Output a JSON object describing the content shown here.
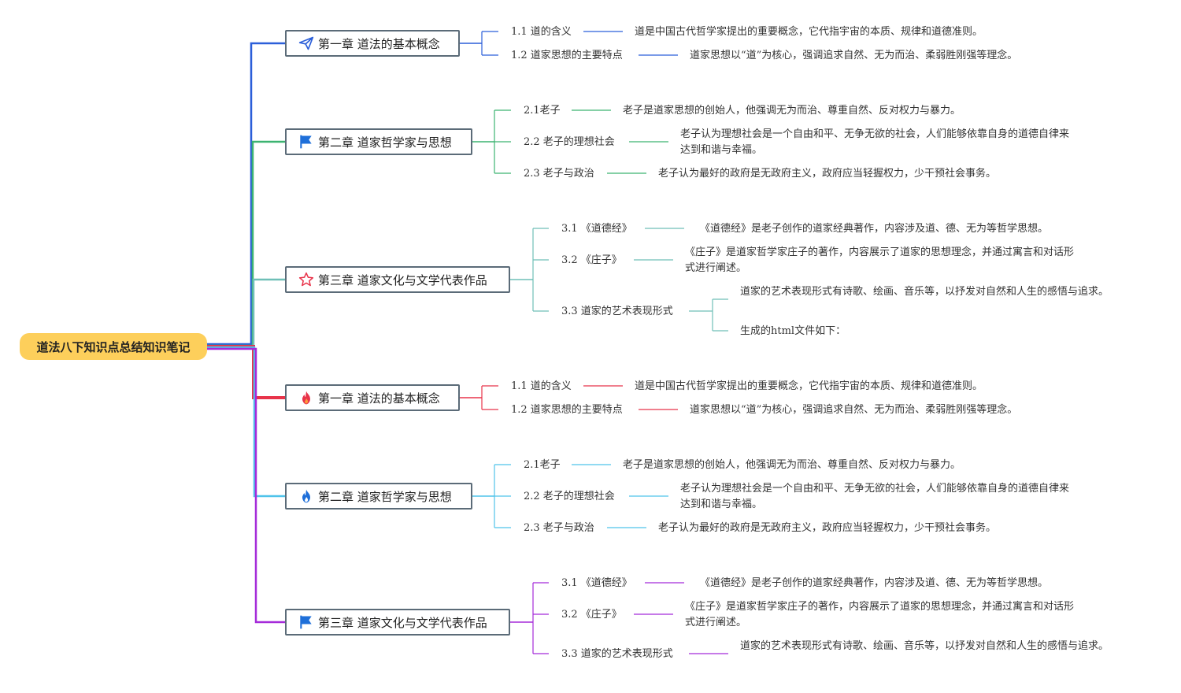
{
  "root": {
    "label": "道法八下知识点总结知识笔记"
  },
  "groups": [
    {
      "id": "g1",
      "color": "#2b5fd9",
      "icon": "paper-plane-icon",
      "label": "第一章 道法的基本概念",
      "items": [
        {
          "label": "1.1 道的含义",
          "desc": "道是中国古代哲学家提出的重要概念，它代指宇宙的本质、规律和道德准则。"
        },
        {
          "label": "1.2 道家思想的主要特点",
          "desc": "道家思想以“道”为核心，强调追求自然、无为而治、柔弱胜刚强等理念。"
        }
      ]
    },
    {
      "id": "g2",
      "color": "#3cb371",
      "icon": "flag-icon",
      "label": "第二章 道家哲学家与思想",
      "items": [
        {
          "label": "2.1老子",
          "desc": "老子是道家思想的创始人，他强调无为而治、尊重自然、反对权力与暴力。"
        },
        {
          "label": "2.2 老子的理想社会",
          "desc": "老子认为理想社会是一个自由和平、无争无欲的社会，人们能够依靠自身的道德自律来达到和谐与幸福。"
        },
        {
          "label": "2.3 老子与政治",
          "desc": "老子认为最好的政府是无政府主义，政府应当轻握权力，少干预社会事务。"
        }
      ]
    },
    {
      "id": "g3",
      "color": "#6fbfb7",
      "icon": "star-icon",
      "label": "第三章 道家文化与文学代表作品",
      "items": [
        {
          "label": "3.1 《道德经》",
          "desc": "《道德经》是老子创作的道家经典著作，内容涉及道、德、无为等哲学思想。"
        },
        {
          "label": "3.2 《庄子》",
          "desc": "《庄子》是道家哲学家庄子的著作，内容展示了道家的思想理念，并通过寓言和对话形式进行阐述。"
        },
        {
          "label": "3.3 道家的艺术表现形式",
          "descs": [
            "道家的艺术表现形式有诗歌、绘画、音乐等，以抒发对自然和人生的感悟与追求。",
            "生成的html文件如下："
          ]
        }
      ]
    },
    {
      "id": "g4",
      "color": "#e8334a",
      "icon": "fire-icon",
      "label": "第一章 道法的基本概念",
      "items": [
        {
          "label": "1.1 道的含义",
          "desc": "道是中国古代哲学家提出的重要概念，它代指宇宙的本质、规律和道德准则。"
        },
        {
          "label": "1.2 道家思想的主要特点",
          "desc": "道家思想以“道”为核心，强调追求自然、无为而治、柔弱胜刚强等理念。"
        }
      ]
    },
    {
      "id": "g5",
      "color": "#4fc3ea",
      "icon": "flame-icon",
      "label": "第二章 道家哲学家与思想",
      "items": [
        {
          "label": "2.1老子",
          "desc": "老子是道家思想的创始人，他强调无为而治、尊重自然、反对权力与暴力。"
        },
        {
          "label": "2.2 老子的理想社会",
          "desc": "老子认为理想社会是一个自由和平、无争无欲的社会，人们能够依靠自身的道德自律来达到和谐与幸福。"
        },
        {
          "label": "2.3 老子与政治",
          "desc": "老子认为最好的政府是无政府主义，政府应当轻握权力，少干预社会事务。"
        }
      ]
    },
    {
      "id": "g6",
      "color": "#a52bd9",
      "icon": "flag-icon",
      "label": "第三章 道家文化与文学代表作品",
      "items": [
        {
          "label": "3.1 《道德经》",
          "desc": "《道德经》是老子创作的道家经典著作，内容涉及道、德、无为等哲学思想。"
        },
        {
          "label": "3.2 《庄子》",
          "desc": "《庄子》是道家哲学家庄子的著作，内容展示了道家的思想理念，并通过寓言和对话形式进行阐述。"
        },
        {
          "label": "3.3 道家的艺术表现形式",
          "desc": "道家的艺术表现形式有诗歌、绘画、音乐等，以抒发对自然和人生的感悟与追求。"
        }
      ]
    }
  ]
}
